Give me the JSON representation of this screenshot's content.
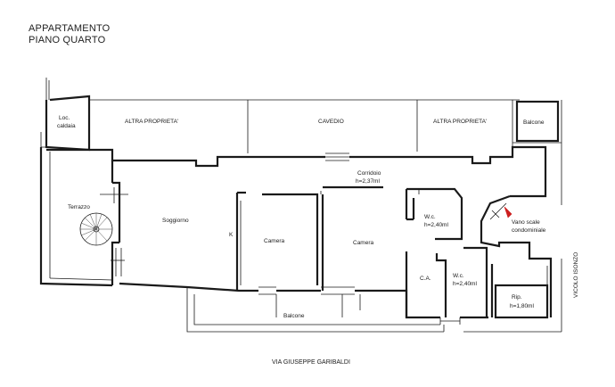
{
  "header": {
    "line1": "APPARTAMENTO",
    "line2": "PIANO QUARTO"
  },
  "labels": {
    "loc_caldaia_1": "Loc.",
    "loc_caldaia_2": "caldaia",
    "altra_proprieta_left": "ALTRA PROPRIETA'",
    "cavedio": "CAVEDIO",
    "altra_proprieta_right": "ALTRA PROPRIETA'",
    "balcone_top": "Balcone",
    "corridoio": "Corridoio",
    "corridoio_h": "h=2,37ml",
    "terrazzo": "Terrazzo",
    "soggiorno": "Soggiorno",
    "k": "K",
    "camera_1": "Camera",
    "camera_2": "Camera",
    "wc_1": "W.c.",
    "wc_1_h": "h=2,40ml",
    "vano_scale_1": "Vano scale",
    "vano_scale_2": "condominiale",
    "ca": "C.A.",
    "wc_2": "W.c.",
    "wc_2_h": "h=2,40ml",
    "rip": "Rip.",
    "rip_h": "h=1,80ml",
    "balcone_bottom": "Balcone",
    "vicolo": "VICOLO ISONZO",
    "street": "VIA GIUSEPPE GARIBALDI"
  },
  "colors": {
    "wall": "#1a1a1a",
    "stair_arrow": "#cc1f1f"
  }
}
